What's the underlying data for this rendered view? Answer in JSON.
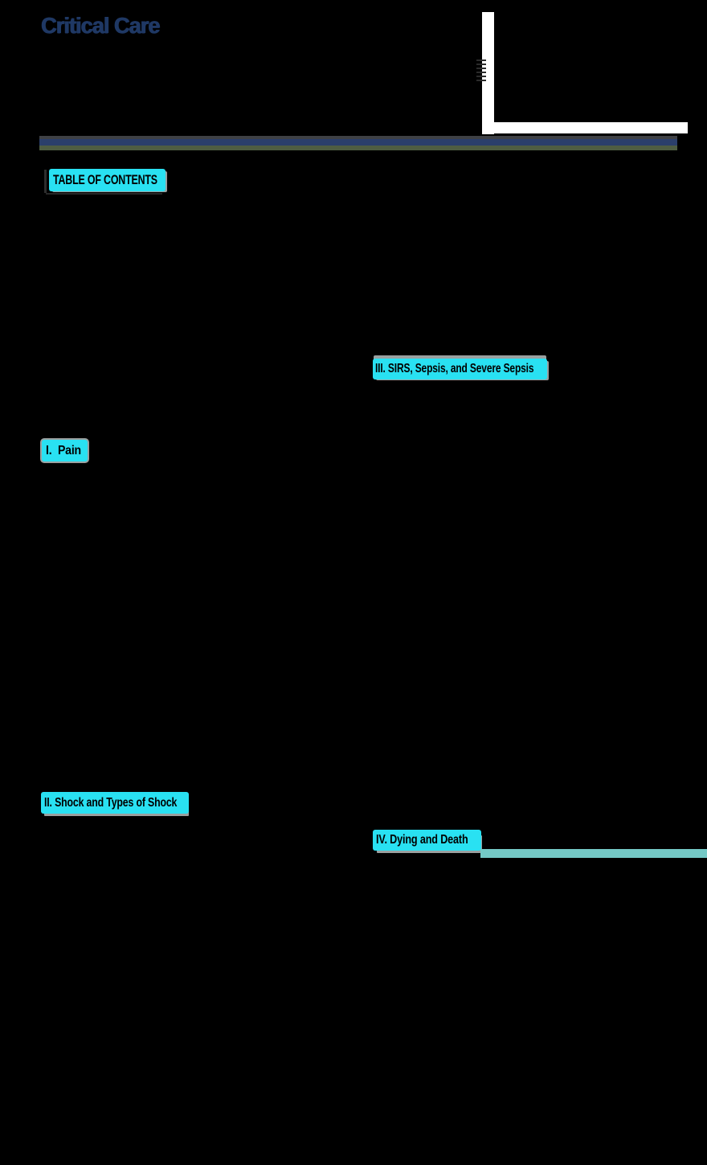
{
  "document": {
    "title": "Critical Care",
    "toc_heading": "TABLE OF CONTENTS",
    "sections": [
      {
        "id": "I",
        "label": "I.  Pain"
      },
      {
        "id": "II",
        "label": "II. Shock and Types of Shock"
      },
      {
        "id": "III",
        "label": "III. SIRS, Sepsis, and Severe Sepsis"
      },
      {
        "id": "IV",
        "label": "IV. Dying and Death"
      }
    ]
  },
  "decor": {
    "edge_marks_icon": "tiny-dark-dashes",
    "header_rule": "gray-navy-olive-triple-band",
    "teal_band": "horizontal-divider-to-right-edge"
  },
  "colors": {
    "page_background": "#000000",
    "title_text": "#1F3864",
    "highlight": "#29E1F2",
    "highlight_text": "#000000",
    "highlight_halo": "#9AA0A0",
    "rule_top": "#3F4145",
    "rule_navy": "#2B3F6B",
    "rule_olive": "#4F5D42",
    "teal_band": "#74C9C6",
    "paper_strip": "#FFFFFF"
  }
}
